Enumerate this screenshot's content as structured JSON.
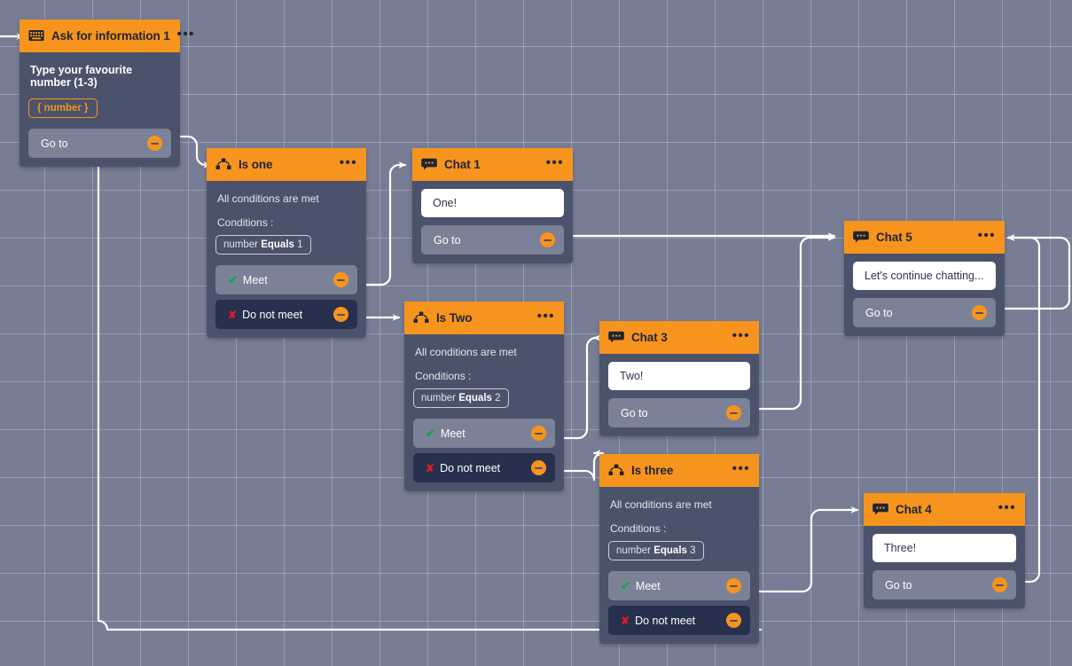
{
  "canvas": {
    "background_color": "#767d94",
    "grid_color": "#d2d6e0",
    "edge_color": "#ffffff",
    "accent_color": "#f7941e",
    "node_body_color": "#4a536b",
    "port_color": "#7b8297",
    "negative_port_color": "#27304d"
  },
  "nodes": {
    "ask": {
      "title": "Ask for information 1",
      "icon": "keyboard-icon",
      "menu": "•••",
      "prompt": "Type your favourite number (1-3)",
      "variable": "{ number }",
      "goto_label": "Go to"
    },
    "is_one": {
      "title": "Is one",
      "icon": "condition-icon",
      "menu": "•••",
      "all_conditions": "All conditions are met",
      "conditions_label": "Conditions :",
      "condition": {
        "variable": "number",
        "operator": "Equals",
        "value": "1"
      },
      "meet_label": "Meet",
      "not_meet_label": "Do not meet"
    },
    "chat1": {
      "title": "Chat 1",
      "icon": "chat-icon",
      "menu": "•••",
      "message": "One!",
      "goto_label": "Go to"
    },
    "is_two": {
      "title": "Is Two",
      "icon": "condition-icon",
      "menu": "•••",
      "all_conditions": "All conditions are met",
      "conditions_label": "Conditions :",
      "condition": {
        "variable": "number",
        "operator": "Equals",
        "value": "2"
      },
      "meet_label": "Meet",
      "not_meet_label": "Do not meet"
    },
    "chat3": {
      "title": "Chat 3",
      "icon": "chat-icon",
      "menu": "•••",
      "message": "Two!",
      "goto_label": "Go to"
    },
    "is_three": {
      "title": "Is three",
      "icon": "condition-icon",
      "menu": "•••",
      "all_conditions": "All conditions are met",
      "conditions_label": "Conditions :",
      "condition": {
        "variable": "number",
        "operator": "Equals",
        "value": "3"
      },
      "meet_label": "Meet",
      "not_meet_label": "Do not meet"
    },
    "chat5": {
      "title": "Chat 5",
      "icon": "chat-icon",
      "menu": "•••",
      "message": "Let's continue chatting...",
      "goto_label": "Go to"
    },
    "chat4": {
      "title": "Chat 4",
      "icon": "chat-icon",
      "menu": "•••",
      "message": "Three!",
      "goto_label": "Go to"
    }
  }
}
